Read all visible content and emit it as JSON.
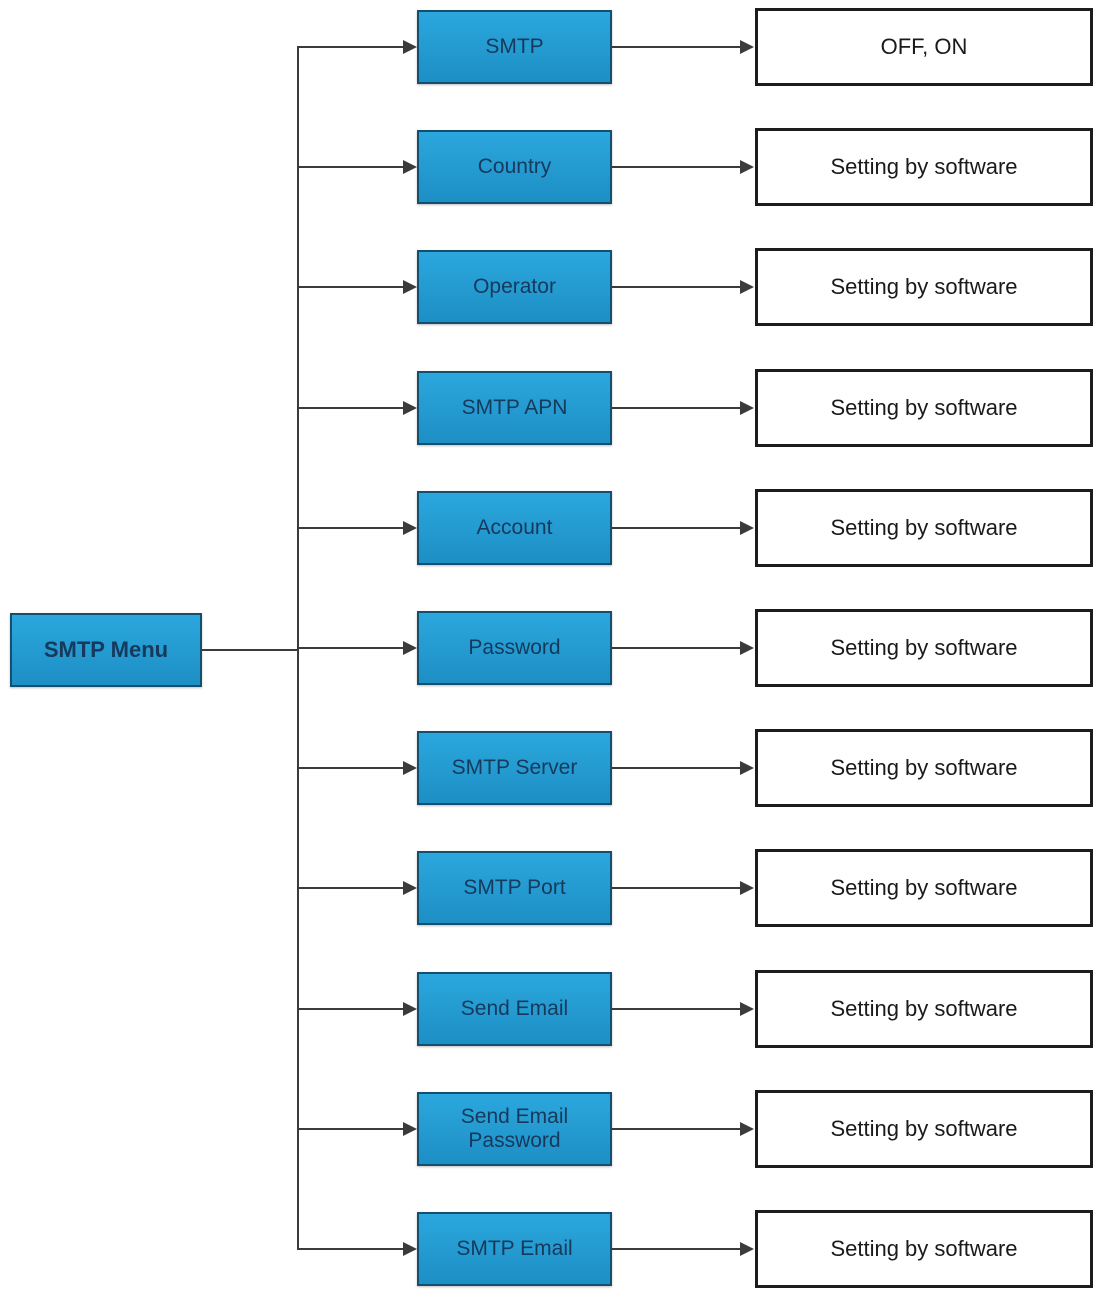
{
  "diagram": {
    "root": {
      "label": "SMTP Menu"
    },
    "rows": [
      {
        "label": "SMTP",
        "value": "OFF, ON"
      },
      {
        "label": "Country",
        "value": "Setting by software"
      },
      {
        "label": "Operator",
        "value": "Setting by software"
      },
      {
        "label": "SMTP APN",
        "value": "Setting by software"
      },
      {
        "label": "Account",
        "value": "Setting by software"
      },
      {
        "label": "Password",
        "value": "Setting by software"
      },
      {
        "label": "SMTP Server",
        "value": "Setting by software"
      },
      {
        "label": "SMTP Port",
        "value": "Setting by software"
      },
      {
        "label": "Send Email",
        "value": "Setting by software"
      },
      {
        "label": "Send Email Password",
        "value": "Setting by software"
      },
      {
        "label": "SMTP Email",
        "value": "Setting by software"
      }
    ],
    "colors": {
      "node_fill_light": "#2BA7DD",
      "node_fill_dark": "#1D8FC5",
      "node_border": "#14506E",
      "node_text": "#16395C",
      "value_border": "#1C1C1C",
      "value_text": "#1A1A1A",
      "line": "#3B3B3B",
      "bg": "#FFFFFF"
    }
  }
}
